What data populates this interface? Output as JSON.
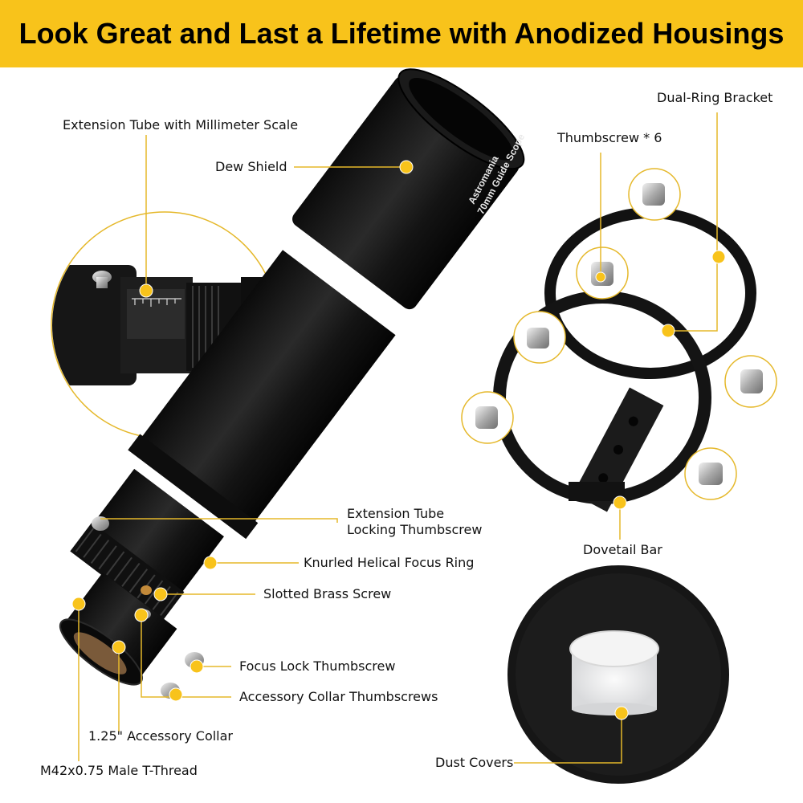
{
  "banner": {
    "title": "Look Great and Last a Lifetime with Anodized Housings",
    "background": "#f8c31b"
  },
  "scope_engraving": {
    "brand": "Astromania",
    "model": "70mm Guide Scope"
  },
  "callouts": {
    "extension_tube_scale": "Extension Tube with Millimeter Scale",
    "dew_shield": "Dew Shield",
    "thumbscrew_count": "Thumbscrew * 6",
    "dual_ring_bracket": "Dual-Ring Bracket",
    "extension_tube_locking": "Extension Tube\nLocking Thumbscrew",
    "knurled_focus_ring": "Knurled Helical Focus Ring",
    "slotted_brass_screw": "Slotted Brass Screw",
    "focus_lock_thumbscrew": "Focus Lock Thumbscrew",
    "accessory_collar_thumbscrews": "Accessory Collar Thumbscrews",
    "accessory_collar": "1.25\" Accessory Collar",
    "t_thread": "M42x0.75 Male T-Thread",
    "dovetail_bar": "Dovetail Bar",
    "dust_covers": "Dust Covers"
  },
  "colors": {
    "accent": "#f8c31b",
    "housing": "#151515",
    "leader_line": "#e5b82a"
  }
}
